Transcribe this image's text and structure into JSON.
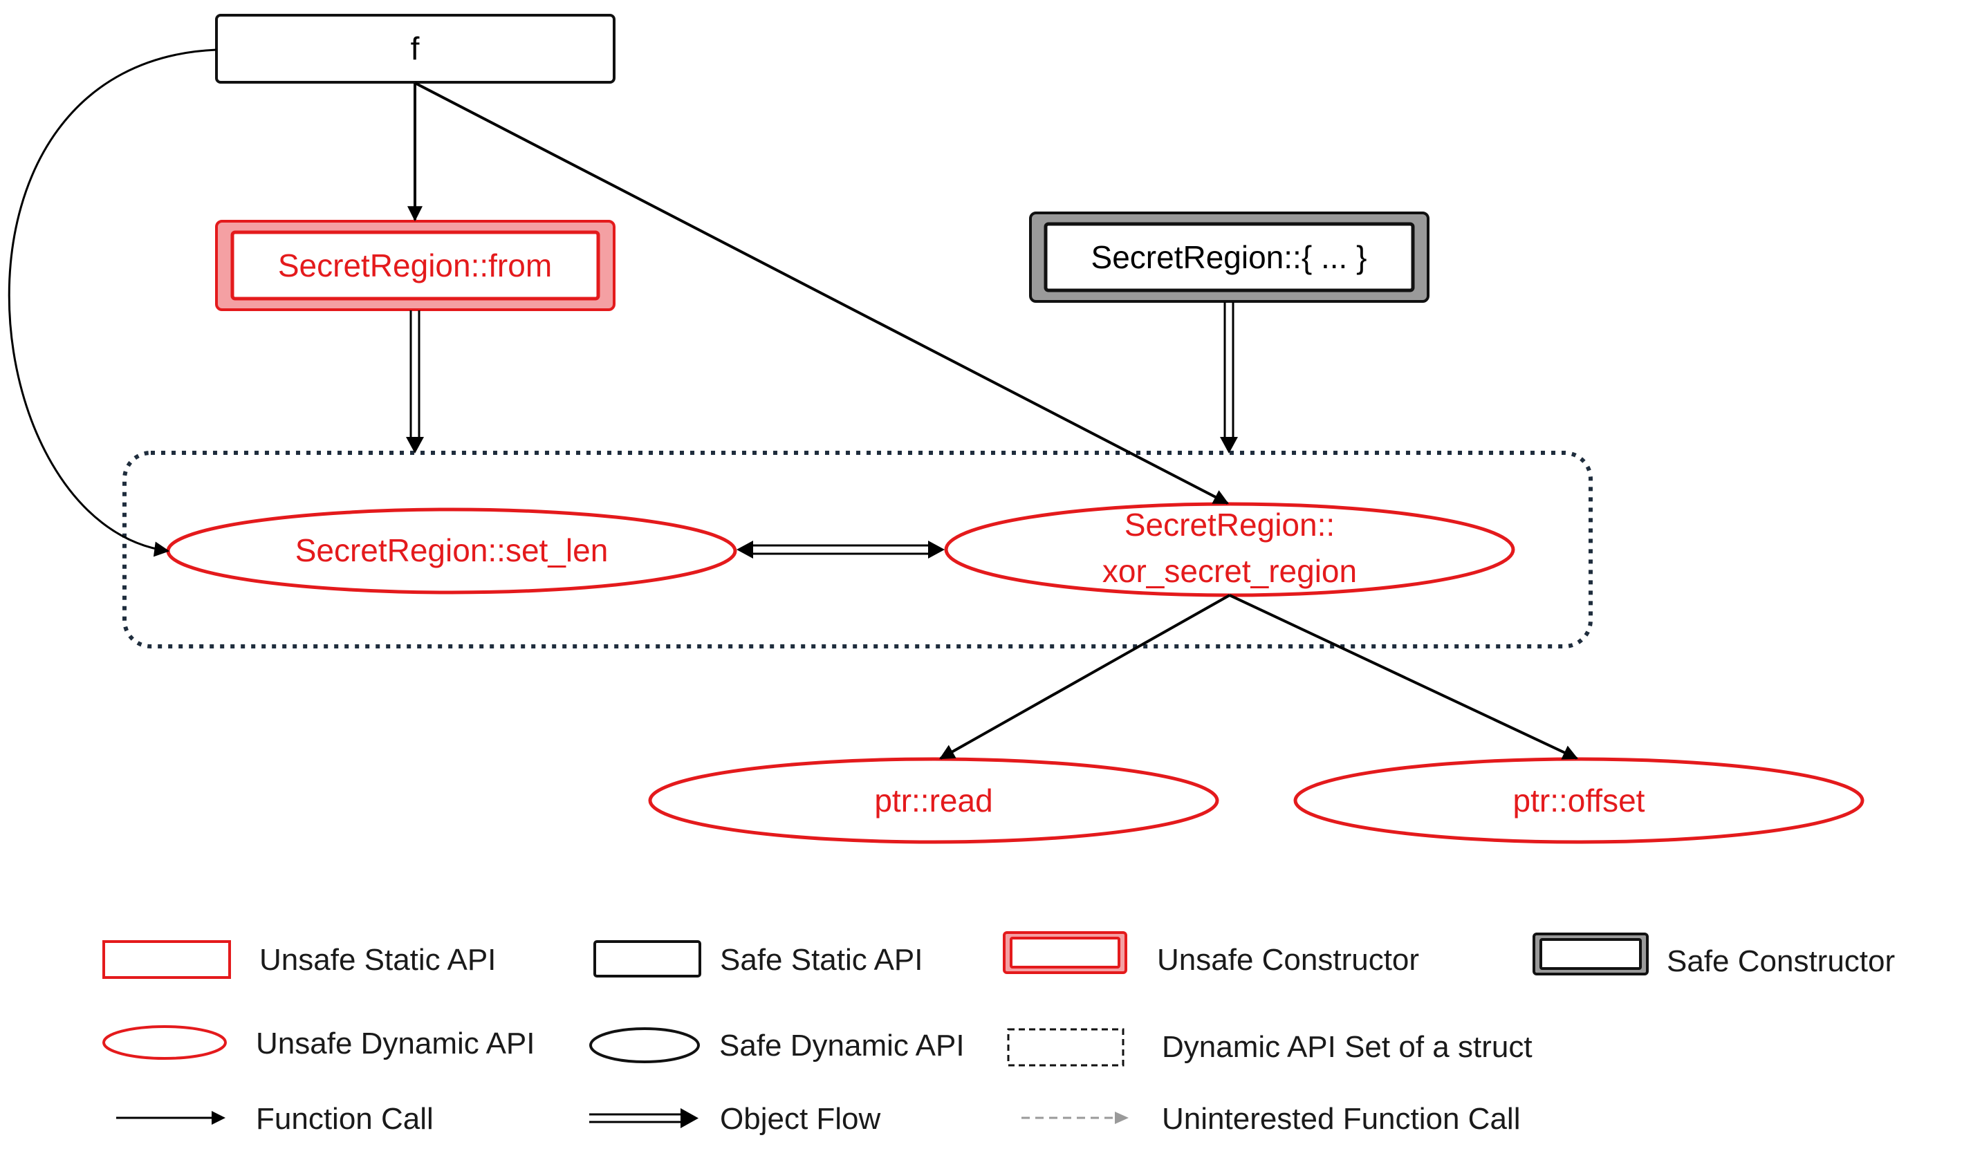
{
  "colors": {
    "unsafe": "#e41a1c",
    "unsafe_fill": "#f4a0a3",
    "safe": "#111111",
    "safe_fill": "#9a9a9a",
    "struct_set": "#1f2d3d",
    "uninterested": "#9a9a9a"
  },
  "nodes": {
    "f": "f",
    "from": "SecretRegion::from",
    "safe_ctor": "SecretRegion::{ ... }",
    "set_len": "SecretRegion::set_len",
    "xor_line1": "SecretRegion::",
    "xor_line2": "xor_secret_region",
    "read": "ptr::read",
    "offset": "ptr::offset"
  },
  "legend": {
    "unsafe_static": "Unsafe Static API",
    "safe_static": "Safe Static API",
    "unsafe_ctor": "Unsafe Constructor",
    "safe_ctor": "Safe Constructor",
    "unsafe_dynamic": "Unsafe Dynamic API",
    "safe_dynamic": "Safe Dynamic API",
    "struct_set": "Dynamic API Set of a struct",
    "function_call": "Function Call",
    "object_flow": "Object Flow",
    "uninterested_call": "Uninterested Function Call"
  }
}
